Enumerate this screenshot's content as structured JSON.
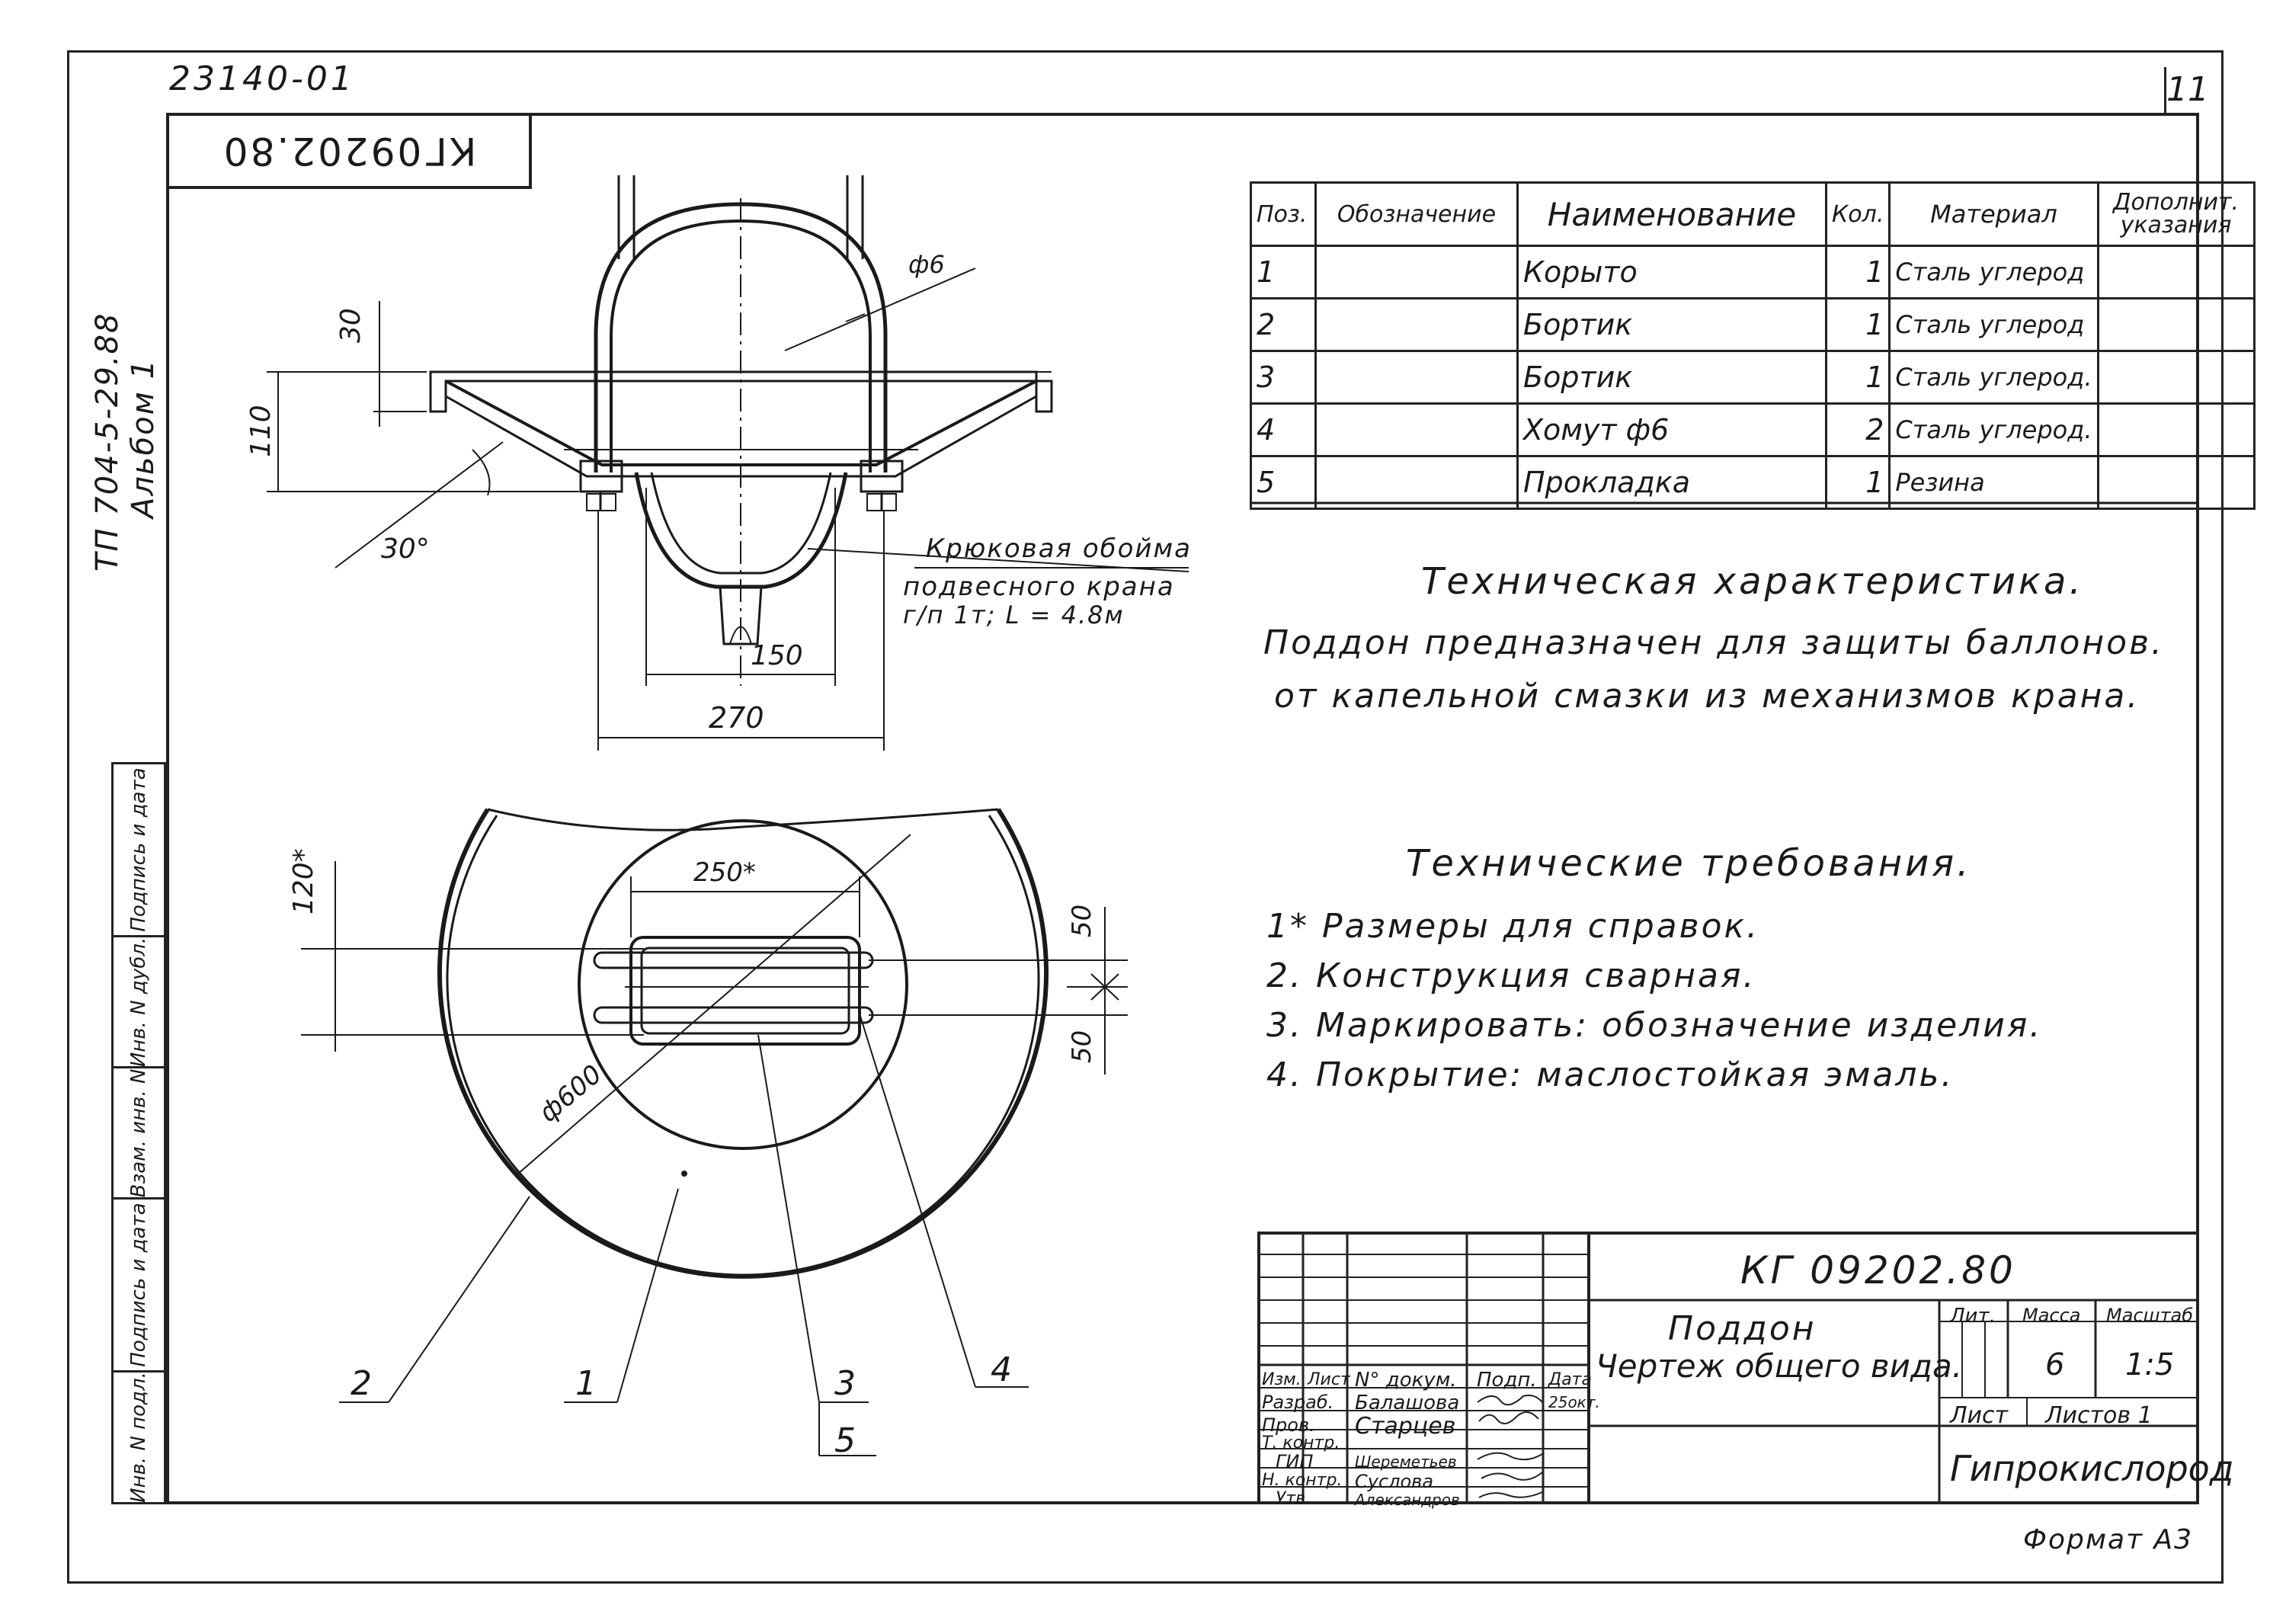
{
  "sheet": {
    "doc_number": "23140-01",
    "page_number": "11",
    "rotated_code": "КГ09202.80",
    "side_code_line1": "ТП 704-5-29.88",
    "side_code_line2": "Альбом 1",
    "format": "Формат А3"
  },
  "left_stamps": [
    "Подпись и дата",
    "Инв. N дубл.",
    "Взам. инв. N",
    "Подпись и дата",
    "Инв. N подл."
  ],
  "drawing": {
    "dim_30": "30",
    "dim_110": "110",
    "angle_30": "30°",
    "phi6": "ф6",
    "dim_150": "150",
    "dim_270": "270",
    "crane_line1": "Крюковая обойма",
    "crane_line2": "подвесного крана",
    "crane_line3": "г/п 1т; L = 4.8м",
    "dim_120": "120*",
    "dim_250": "250*",
    "dim_50a": "50",
    "dim_50b": "50",
    "phi600": "ф600",
    "callout_1": "1",
    "callout_2": "2",
    "callout_3": "3",
    "callout_4": "4",
    "callout_5": "5"
  },
  "spec_table": {
    "headers": {
      "pos": "Поз.",
      "designation": "Обозначение",
      "name": "Наименование",
      "qty": "Кол.",
      "material": "Материал",
      "notes_line1": "Дополнит.",
      "notes_line2": "указания"
    },
    "rows": [
      {
        "pos": "1",
        "name": "Корыто",
        "qty": "1",
        "material": "Сталь углерод"
      },
      {
        "pos": "2",
        "name": "Бортик",
        "qty": "1",
        "material": "Сталь углерод"
      },
      {
        "pos": "3",
        "name": "Бортик",
        "qty": "1",
        "material": "Сталь углерод."
      },
      {
        "pos": "4",
        "name": "Хомут ф6",
        "qty": "2",
        "material": "Сталь углерод."
      },
      {
        "pos": "5",
        "name": "Прокладка",
        "qty": "1",
        "material": "Резина"
      }
    ]
  },
  "tech_char": {
    "title": "Техническая характеристика.",
    "line1": "Поддон предназначен для защиты баллонов.",
    "line2": "от капельной смазки из механизмов крана."
  },
  "tech_req": {
    "title": "Технические требования.",
    "items": [
      "1* Размеры для справок.",
      "2. Конструкция сварная.",
      "3. Маркировать: обозначение изделия.",
      "4. Покрытие: маслостойкая эмаль."
    ]
  },
  "title_block": {
    "code": "КГ 09202.80",
    "title_line1": "Поддон",
    "title_line2": "Чертеж общего вида.",
    "col_izm": "Изм.",
    "col_list": "Лист",
    "col_doc": "N° докум.",
    "col_sign": "Подп.",
    "col_date": "Дата",
    "roles": [
      "Разраб.",
      "Пров.",
      "Т. контр.",
      "ГИП",
      "Н. контр.",
      "Утв."
    ],
    "names": [
      "Балашова",
      "Старцев",
      "",
      "Шереметьев",
      "Суслова",
      "Александров"
    ],
    "date_value": "25окт.",
    "lit_label": "Лит.",
    "mass_label": "Масса",
    "scale_label": "Масштаб",
    "mass_value": "6",
    "scale_value": "1:5",
    "sheet_label": "Лист",
    "sheets_label": "Листов 1",
    "org": "Гипрокислород"
  }
}
